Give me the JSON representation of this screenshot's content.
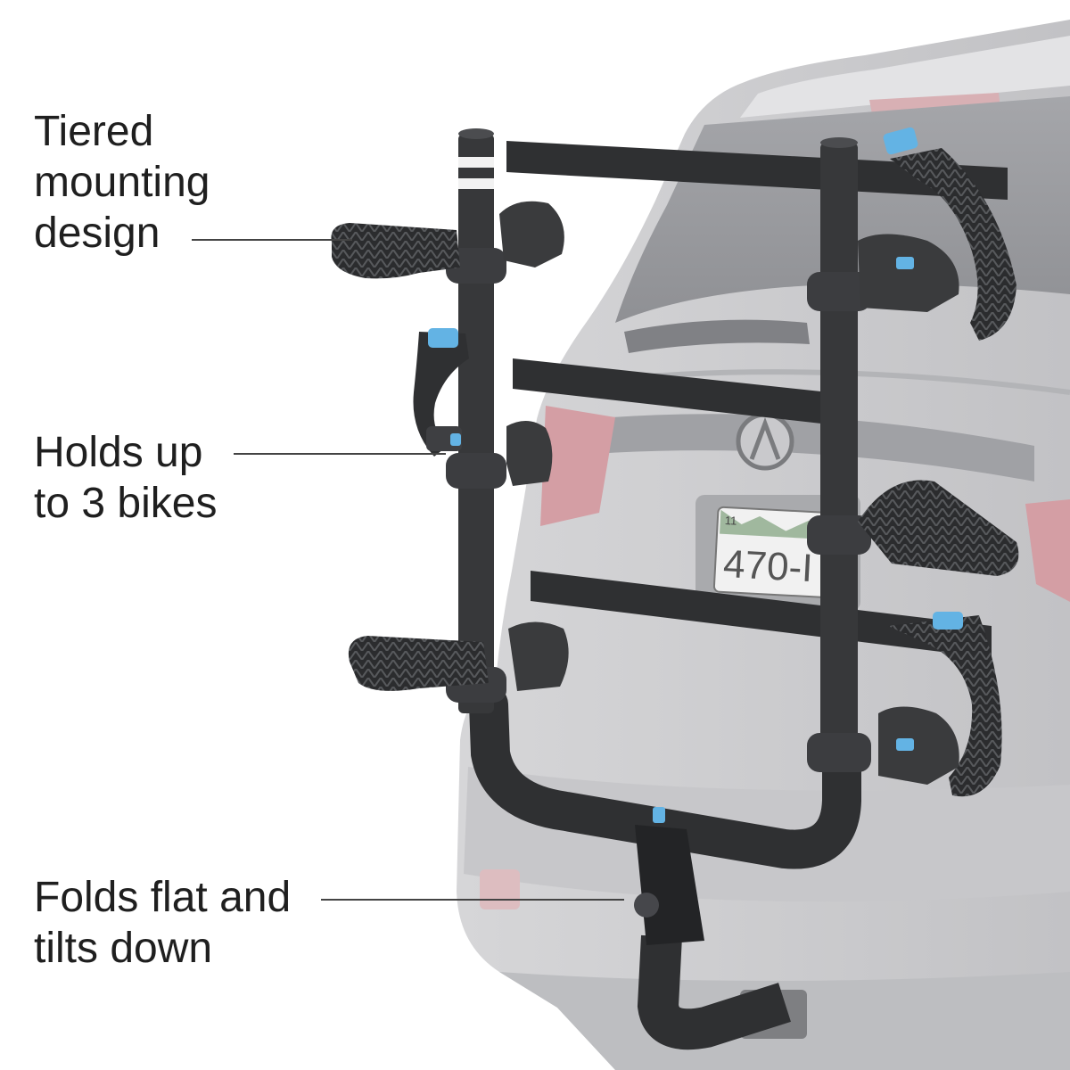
{
  "callouts": [
    {
      "lines": [
        "Tiered",
        "mounting",
        "design"
      ]
    },
    {
      "lines": [
        "Holds up",
        "to 3 bikes"
      ]
    },
    {
      "lines": [
        "Folds flat and",
        "tilts down"
      ]
    }
  ],
  "photo": {
    "license_plate": "470-I",
    "plate_sticker": "11"
  },
  "colors": {
    "text": "#1f1f1f",
    "leader_line": "#444444",
    "rack": "#2f3032",
    "accent_blue": "#63b3e4",
    "car_body": "#cdcdcf"
  }
}
